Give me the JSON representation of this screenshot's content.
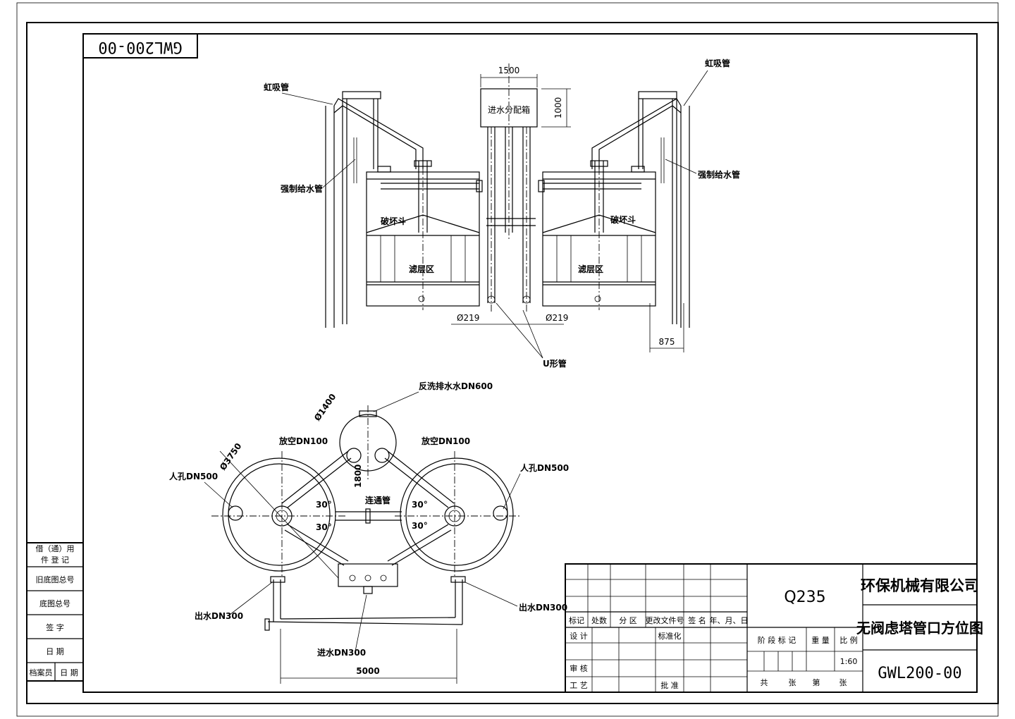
{
  "drawing": {
    "code_rotated": "GWL200-00",
    "labels": {
      "siphon_left": "虹吸管",
      "siphon_right": "虹吸管",
      "forced_feed_left": "强制给水管",
      "forced_feed_right": "强制给水管",
      "distribution_box": "进水分配箱",
      "breaker_left": "破坏斗",
      "breaker_right": "破坏斗",
      "filter_zone_left": "滤层区",
      "filter_zone_right": "滤层区",
      "u_pipe": "U形管",
      "backwash_drain": "反洗排水水DN600",
      "vent_left": "放空DN100",
      "vent_right": "放空DN100",
      "manhole_left": "人孔DN500",
      "manhole_right": "人孔DN500",
      "connecting_pipe": "连通管",
      "outlet_left": "出水DN300",
      "outlet_right": "出水DN300",
      "inlet": "进水DN300"
    },
    "dimensions": {
      "width_1500": "1500",
      "height_1000": "1000",
      "dia219_left": "Ø219",
      "dia219_right": "Ø219",
      "dim_875": "875",
      "dia1400": "Ø1400",
      "dia3750": "Ø3750",
      "dim_1800": "1800",
      "dim_5000": "5000",
      "angle_30": "30°"
    }
  },
  "side_table": {
    "rows": [
      "借（通）用",
      "件 登 记",
      "旧底图总号",
      "底图总号",
      "签  字",
      "日  期",
      "档案员",
      "日 期"
    ]
  },
  "title_block": {
    "material": "Q235",
    "company": "环保机械有限公司",
    "title": "无阀虑塔管口方位图",
    "code": "GWL200-00",
    "revision_headers": [
      "标记",
      "处数",
      "分 区",
      "更改文件号",
      "签 名",
      "年、月、日"
    ],
    "roles": {
      "design": "设 计",
      "standardize": "标准化",
      "review": "审 核",
      "process": "工 艺",
      "approve": "批 准"
    },
    "stage_headers": [
      "阶 段 标 记",
      "重 量",
      "比 例"
    ],
    "scale": "1:60",
    "sheet": [
      "共",
      "张",
      "第",
      "张"
    ]
  }
}
